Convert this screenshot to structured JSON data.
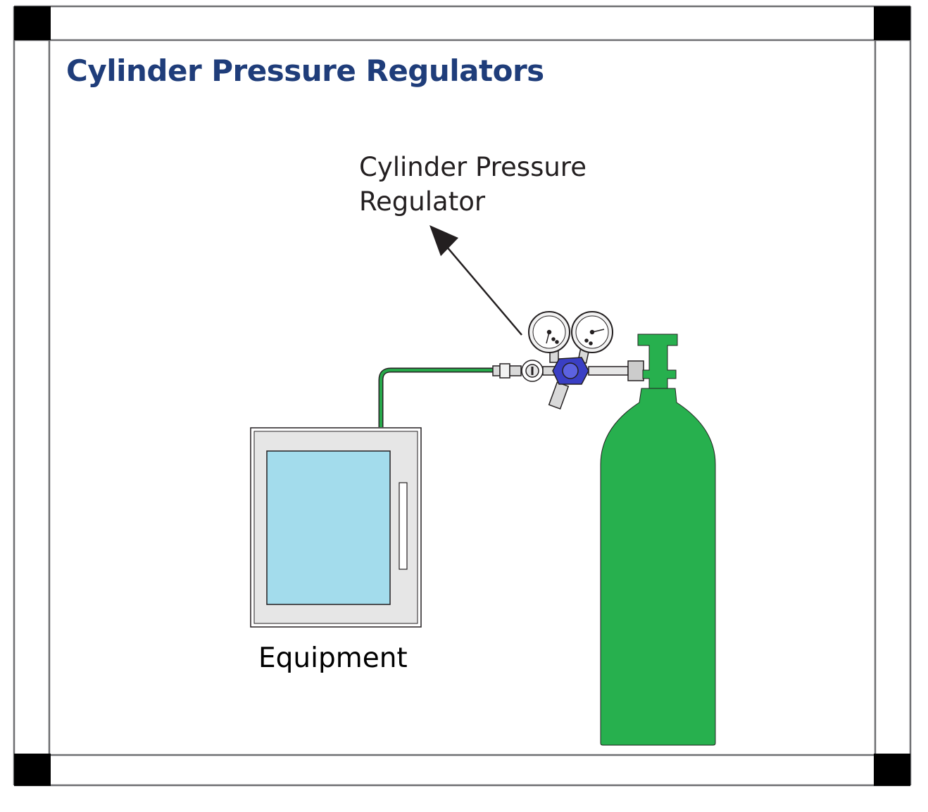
{
  "title": "Cylinder Pressure Regulators",
  "callout": {
    "line1": "Cylinder Pressure",
    "line2": "Regulator"
  },
  "equipment_label": "Equipment",
  "colors": {
    "title": "#1f3d7a",
    "label_text": "#231f20",
    "cylinder": "#27b04e",
    "hose": "#27a84a",
    "equipment_body": "#e6e6e6",
    "equipment_window": "#a3dcec",
    "regulator_knob": "#3a3fc4",
    "frame_line": "#6d6e71",
    "corner_block": "#000000"
  }
}
